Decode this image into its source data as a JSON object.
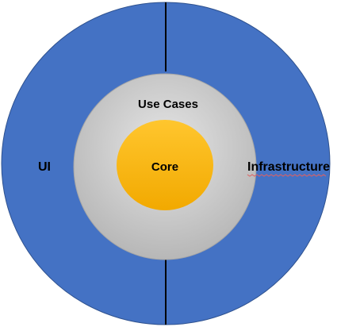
{
  "labels": {
    "outer_left": "UI",
    "outer_right": "Infrastructure",
    "middle": "Use Cases",
    "center": "Core"
  },
  "colors": {
    "outer_ring": "#4472C4",
    "middle_ring_light": "#E6E6E6",
    "middle_ring_dark": "#B7B7B7",
    "core_light": "#FFC62E",
    "core_dark": "#F2A900",
    "divider": "#000000",
    "spellcheck_underline": "#E06060"
  }
}
